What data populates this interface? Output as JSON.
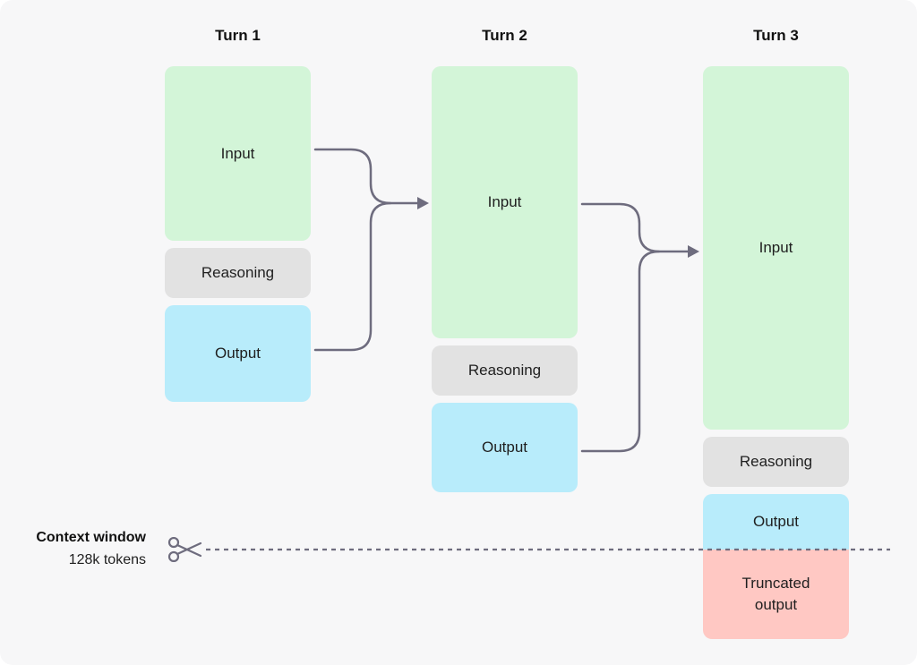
{
  "turns": [
    {
      "title": "Turn 1",
      "input": "Input",
      "reasoning": "Reasoning",
      "output": "Output"
    },
    {
      "title": "Turn 2",
      "input": "Input",
      "reasoning": "Reasoning",
      "output": "Output"
    },
    {
      "title": "Turn 3",
      "input": "Input",
      "reasoning": "Reasoning",
      "output": "Output",
      "truncated": "Truncated\noutput"
    }
  ],
  "context_window": {
    "title": "Context window",
    "subtitle": "128k tokens",
    "icon": "scissors-icon"
  },
  "colors": {
    "input": "#d3f5d8",
    "reasoning": "#e2e2e2",
    "output": "#b8ecfb",
    "truncated": "#ffc8c3",
    "connector": "#6e6c7e",
    "background": "#f7f7f8"
  }
}
